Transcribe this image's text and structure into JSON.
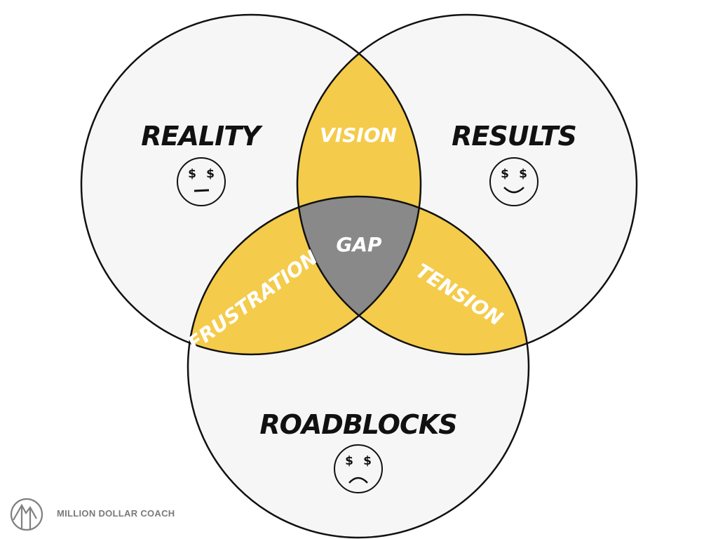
{
  "diagram": {
    "circles": [
      {
        "label": "REALITY",
        "face": "neutral-face-icon"
      },
      {
        "label": "RESULTS",
        "face": "smiling-face-icon"
      },
      {
        "label": "ROADBLOCKS",
        "face": "frowning-face-icon"
      }
    ],
    "overlaps": {
      "reality_results": "VISION",
      "reality_roadblocks": "FRUSTRATION",
      "results_roadblocks": "TENSION",
      "all": "GAP"
    },
    "colors": {
      "circle_fill": "#f6f6f6",
      "pair_fill": "#f4cb4a",
      "center_fill": "#898989",
      "stroke": "#111111"
    }
  },
  "brand": {
    "name": "MILLION DOLLAR COACH",
    "logo": "mountain-circle-logo-icon"
  }
}
